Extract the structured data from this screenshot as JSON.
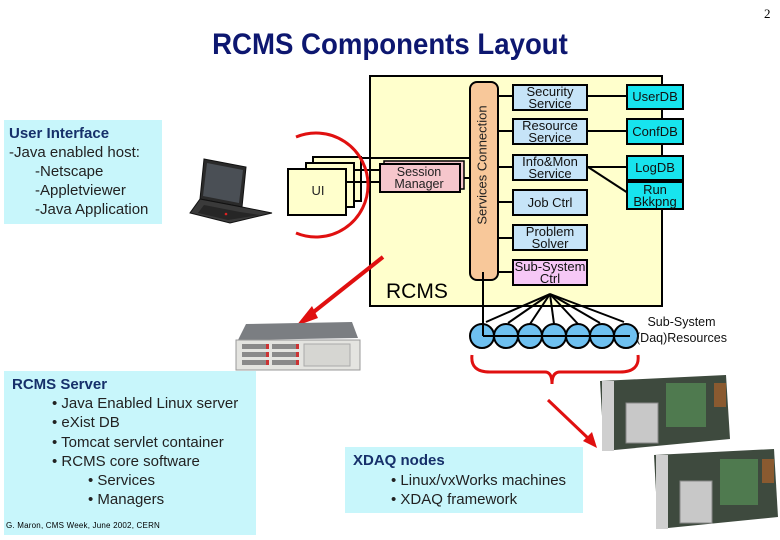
{
  "slide": {
    "page_number": "2",
    "title": "RCMS Components Layout",
    "footer": "G. Maron, CMS Week, June 2002, CERN"
  },
  "user_interface_box": {
    "heading": "User Interface",
    "lines": [
      "-Java enabled host:",
      "-Netscape",
      "-Appletviewer",
      "-Java Application"
    ]
  },
  "rcms_server_box": {
    "heading": "RCMS Server",
    "bullets": [
      "Java Enabled Linux server",
      "eXist DB",
      "Tomcat servlet container",
      "RCMS core software"
    ],
    "sub_bullets": [
      "Services",
      "Managers"
    ]
  },
  "xdaq_box": {
    "heading": "XDAQ nodes",
    "bullets": [
      "Linux/vxWorks machines",
      "XDAQ framework"
    ]
  },
  "diagram": {
    "rcms_label": "RCMS",
    "ui_label": "UI",
    "session_manager": [
      "Session",
      "Manager"
    ],
    "services_connection": "Services Connection",
    "services": [
      {
        "lines": [
          "Security",
          "Service"
        ]
      },
      {
        "lines": [
          "Resource",
          "Service"
        ]
      },
      {
        "lines": [
          "Info&Mon",
          "Service"
        ]
      },
      {
        "lines": [
          "Job Ctrl"
        ]
      },
      {
        "lines": [
          "Problem",
          "Solver"
        ]
      },
      {
        "lines": [
          "Sub-System",
          "Ctrl"
        ]
      }
    ],
    "databases": [
      {
        "lines": [
          "UserDB"
        ]
      },
      {
        "lines": [
          "ConfDB"
        ]
      },
      {
        "lines": [
          "LogDB"
        ]
      },
      {
        "lines": [
          "Run",
          "Bkkpng"
        ]
      }
    ],
    "subsystem_resources": [
      "Sub-System",
      "(Daq)Resources"
    ],
    "resource_node_count": 7,
    "colors": {
      "rcms_panel": "#ffffcc",
      "services_connection": "#f8c89a",
      "service_box": "#c6e4f8",
      "db_box": "#17e4ee",
      "subsystem_ctrl": "#f6c8f6",
      "session_manager": "#f6c6cc",
      "resource_node": "#6ec0f0",
      "annotation_red": "#e01010",
      "title": "#0d1770",
      "info_box": "#c8f6fb"
    }
  }
}
